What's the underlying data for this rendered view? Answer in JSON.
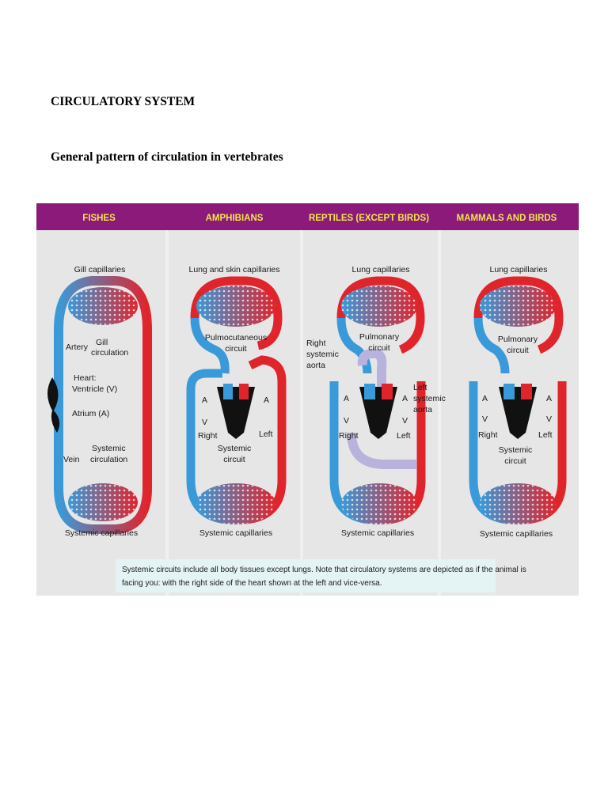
{
  "document": {
    "title": "CIRCULATORY SYSTEM",
    "subtitle": "General pattern of circulation in vertebrates"
  },
  "colors": {
    "header_band": "#8b1a7a",
    "header_text": "#f2e54a",
    "oxygen_poor": "#3a9ad9",
    "oxygen_rich": "#e0242c",
    "panel_bg": "#e7e6e6",
    "caption_bg": "#e4f3f3"
  },
  "figure": {
    "panels": [
      {
        "header": "FISHES",
        "top_label": "Gill capillaries",
        "bottom_label": "Systemic capillaries",
        "labels": {
          "artery": "Artery",
          "gill_circ_1": "Gill",
          "gill_circ_2": "circulation",
          "heart_1": "Heart:",
          "heart_2": "Ventricle (V)",
          "atrium": "Atrium (A)",
          "systemic_1": "Systemic",
          "systemic_2": "circulation",
          "vein": "Vein"
        }
      },
      {
        "header": "AMPHIBIANS",
        "top_label": "Lung and skin capillaries",
        "bottom_label": "Systemic capillaries",
        "labels": {
          "pulm_1": "Pulmocutaneous",
          "pulm_2": "circuit",
          "a_left": "A",
          "a_right": "A",
          "v_left": "V",
          "right": "Right",
          "left": "Left",
          "systemic_1": "Systemic",
          "systemic_2": "circuit"
        }
      },
      {
        "header": "REPTILES (EXCEPT BIRDS)",
        "top_label": "Lung capillaries",
        "bottom_label": "Systemic capillaries",
        "labels": {
          "right_aorta_1": "Right",
          "right_aorta_2": "systemic",
          "right_aorta_3": "aorta",
          "pulm_1": "Pulmonary",
          "pulm_2": "circuit",
          "a_left": "A",
          "a_right": "A",
          "v_left": "V",
          "v_right": "V",
          "left_aorta_1": "Left",
          "left_aorta_2": "systemic",
          "left_aorta_3": "aorta",
          "right": "Right",
          "left": "Left"
        }
      },
      {
        "header": "MAMMALS AND BIRDS",
        "top_label": "Lung capillaries",
        "bottom_label": "Systemic capillaries",
        "labels": {
          "pulm_1": "Pulmonary",
          "pulm_2": "circuit",
          "a_left": "A",
          "a_right": "A",
          "v_left": "V",
          "v_right": "V",
          "right": "Right",
          "left": "Left",
          "systemic_1": "Systemic",
          "systemic_2": "circuit"
        }
      }
    ],
    "caption_line1": "Systemic circuits include all body tissues except lungs. Note that circulatory systems are depicted as if the animal is",
    "caption_line2": "facing you: with the right side of the heart shown at the left and vice-versa."
  }
}
